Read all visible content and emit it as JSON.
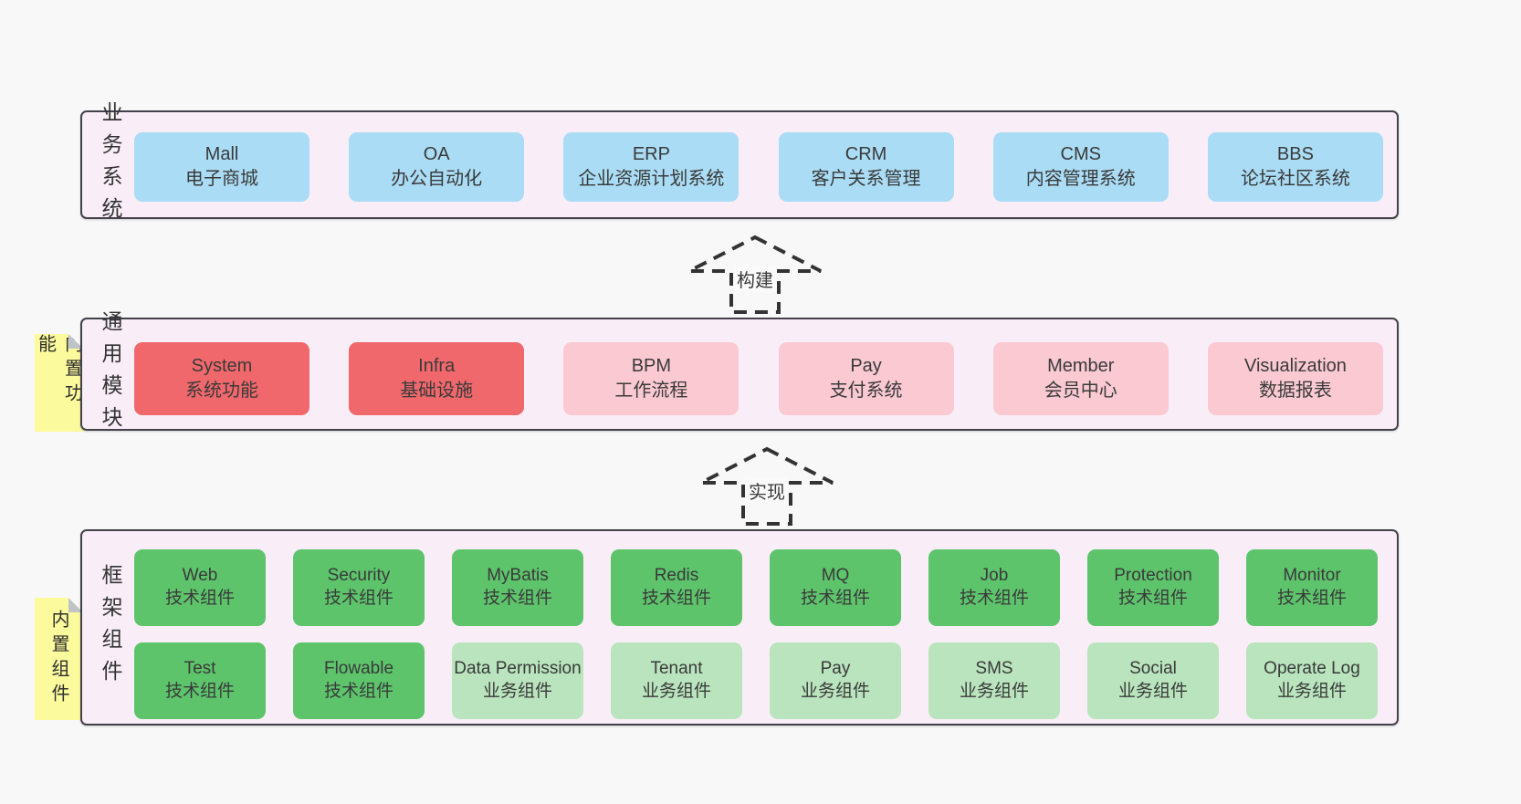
{
  "palette": {
    "page_bg": "#f8f8f8",
    "band_bg": "#f9eef7",
    "band_border": "#44414b",
    "blue_box": "#aadcf5",
    "red_box": "#f0686c",
    "pink_box": "#fac9d2",
    "green_box": "#5dc46c",
    "light_green_box": "#b9e4bd",
    "yellow_tab": "#fbfa9c",
    "text": "#3a3a3a"
  },
  "arrows": [
    {
      "label": "构建"
    },
    {
      "label": "实现"
    }
  ],
  "bands": [
    {
      "label": "业务系统",
      "boxes": [
        {
          "title": "Mall",
          "subtitle": "电子商城"
        },
        {
          "title": "OA",
          "subtitle": "办公自动化"
        },
        {
          "title": "ERP",
          "subtitle": "企业资源计划系统"
        },
        {
          "title": "CRM",
          "subtitle": "客户关系管理"
        },
        {
          "title": "CMS",
          "subtitle": "内容管理系统"
        },
        {
          "title": "BBS",
          "subtitle": "论坛社区系统"
        }
      ]
    },
    {
      "label": "通用模块",
      "tab": "内置功能",
      "boxes": [
        {
          "title": "System",
          "subtitle": "系统功能"
        },
        {
          "title": "Infra",
          "subtitle": "基础设施"
        },
        {
          "title": "BPM",
          "subtitle": "工作流程"
        },
        {
          "title": "Pay",
          "subtitle": "支付系统"
        },
        {
          "title": "Member",
          "subtitle": "会员中心"
        },
        {
          "title": "Visualization",
          "subtitle": "数据报表"
        }
      ]
    },
    {
      "label": "框架组件",
      "tab": "内置组件",
      "boxes": [
        {
          "title": "Web",
          "subtitle": "技术组件"
        },
        {
          "title": "Security",
          "subtitle": "技术组件"
        },
        {
          "title": "MyBatis",
          "subtitle": "技术组件"
        },
        {
          "title": "Redis",
          "subtitle": "技术组件"
        },
        {
          "title": "MQ",
          "subtitle": "技术组件"
        },
        {
          "title": "Job",
          "subtitle": "技术组件"
        },
        {
          "title": "Protection",
          "subtitle": "技术组件"
        },
        {
          "title": "Monitor",
          "subtitle": "技术组件"
        },
        {
          "title": "Test",
          "subtitle": "技术组件"
        },
        {
          "title": "Flowable",
          "subtitle": "技术组件"
        },
        {
          "title": "Data Permission",
          "subtitle": "业务组件"
        },
        {
          "title": "Tenant",
          "subtitle": "业务组件"
        },
        {
          "title": "Pay",
          "subtitle": "业务组件"
        },
        {
          "title": "SMS",
          "subtitle": "业务组件"
        },
        {
          "title": "Social",
          "subtitle": "业务组件"
        },
        {
          "title": "Operate Log",
          "subtitle": "业务组件"
        }
      ]
    }
  ]
}
